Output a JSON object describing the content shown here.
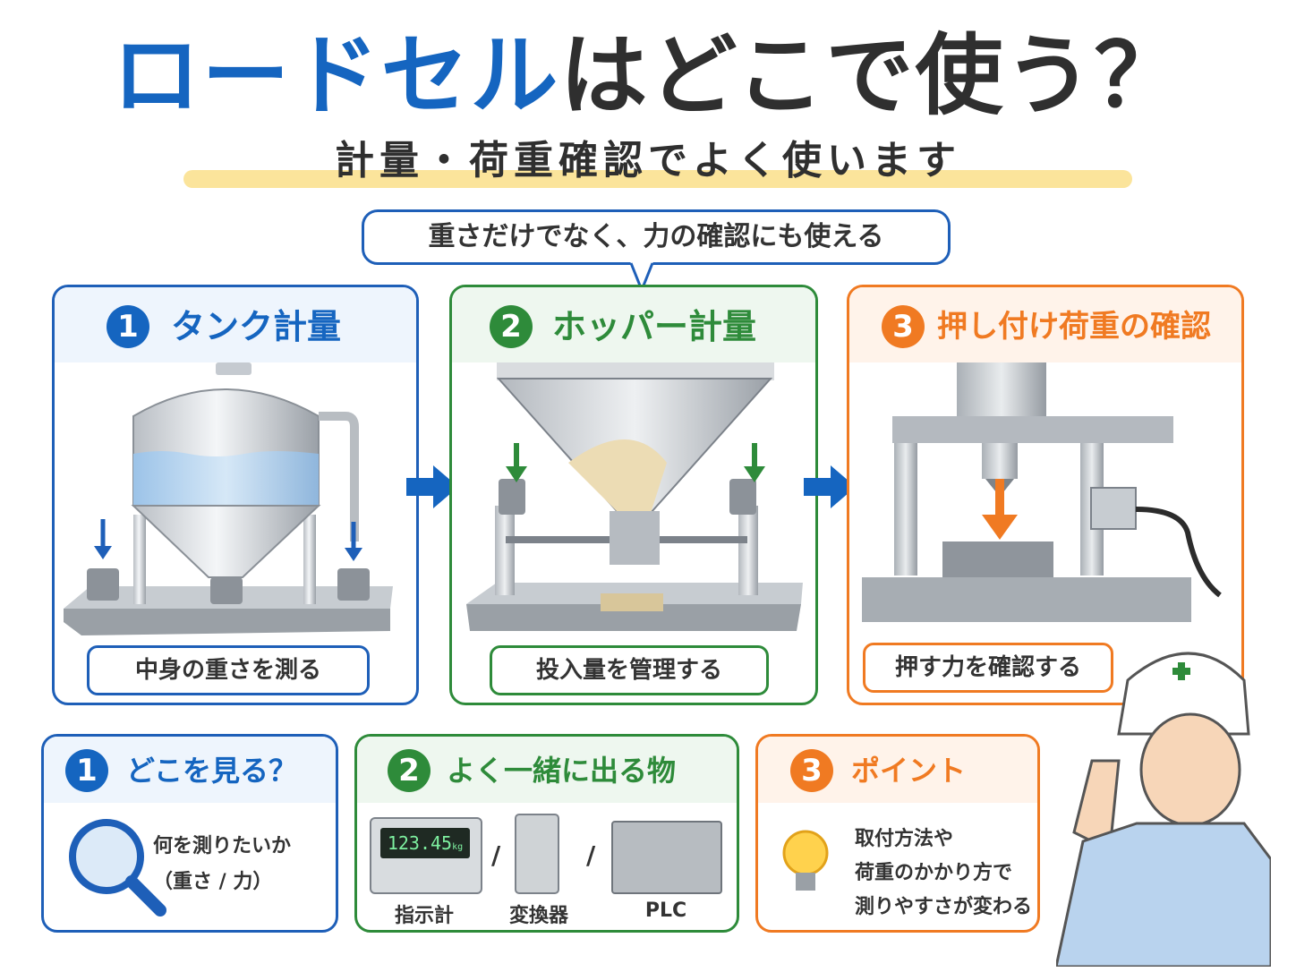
{
  "title": {
    "part1": "ロードセル",
    "part2": "はどこで使う？"
  },
  "subtitle": "計量・荷重確認でよく使います",
  "bubble": "重さだけでなく、力の確認にも使える",
  "panels": [
    {
      "num": "1",
      "title": "タンク計量",
      "caption": "中身の重さを測る"
    },
    {
      "num": "2",
      "title": "ホッパー計量",
      "caption": "投入量を管理する"
    },
    {
      "num": "3",
      "title": "押し付け荷重の確認",
      "caption": "押す力を確認する"
    }
  ],
  "cards": [
    {
      "num": "1",
      "title": "どこを見る？",
      "text1": "何を測りたいか",
      "text2": "（重さ / 力）"
    },
    {
      "num": "2",
      "title": "よく一緒に出る物",
      "items": [
        "指示計",
        "変換器",
        "PLC"
      ],
      "separator": "/",
      "display": "123.45",
      "unit": "kg"
    },
    {
      "num": "3",
      "title": "ポイント",
      "lines": [
        "取付方法や",
        "荷重のかかり方で",
        "測りやすさが変わる"
      ]
    }
  ],
  "colors": {
    "blue": "#1565c0",
    "green": "#2e8b3a",
    "orange": "#f07a22",
    "highlight": "#fbe49b"
  },
  "icons": [
    "arrow-right-icon",
    "magnifier-icon",
    "lightbulb-icon",
    "plus-icon"
  ]
}
